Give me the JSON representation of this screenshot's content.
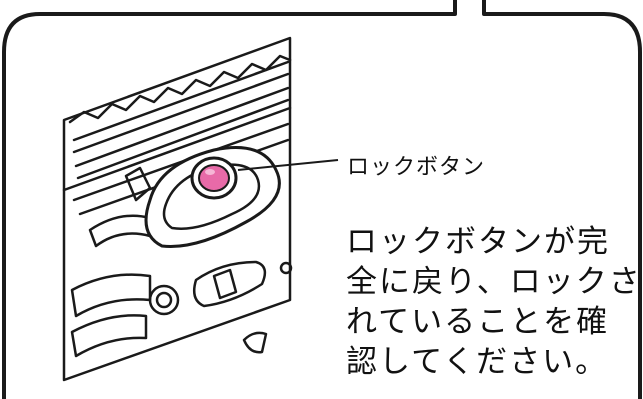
{
  "callout": {
    "label": "ロックボタン"
  },
  "instruction": {
    "lines": [
      "ロックボタンが完",
      "全に戻り、ロックさ",
      "れていることを確",
      "認してください。"
    ]
  },
  "colors": {
    "outline": "#1a1a1a",
    "button_fill": "#e86aa8",
    "background": "#ffffff"
  }
}
